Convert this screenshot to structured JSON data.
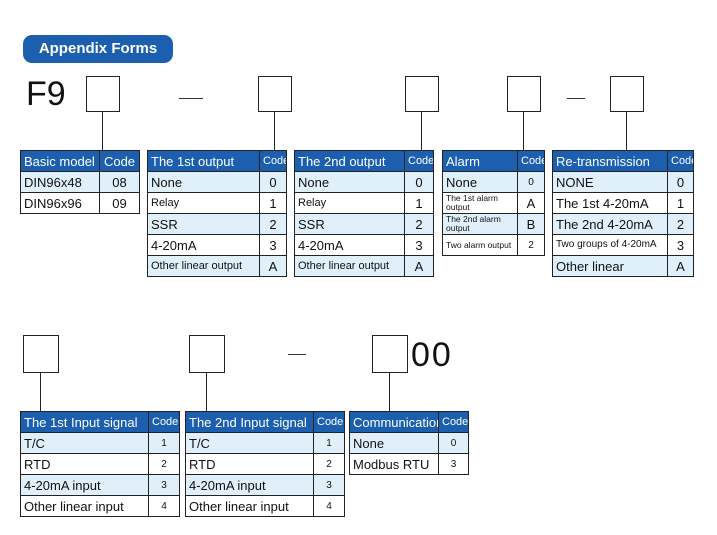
{
  "header": {
    "title": "Appendix Forms"
  },
  "code": {
    "prefix": "F9",
    "dash1": "—",
    "dash2": "—",
    "suffix": "00"
  },
  "basic": {
    "headers": [
      "Basic model",
      "Code"
    ],
    "rows": [
      [
        "DIN96x48",
        "08"
      ],
      [
        "DIN96x96",
        "09"
      ]
    ]
  },
  "output1": {
    "headers": [
      "The 1st output",
      "Code"
    ],
    "rows": [
      [
        "None",
        "0"
      ],
      [
        "Relay",
        "1"
      ],
      [
        "SSR",
        "2"
      ],
      [
        "4-20mA",
        "3"
      ],
      [
        "Other linear output",
        "A"
      ]
    ]
  },
  "output2": {
    "headers": [
      "The 2nd output",
      "Code"
    ],
    "rows": [
      [
        "None",
        "0"
      ],
      [
        "Relay",
        "1"
      ],
      [
        "SSR",
        "2"
      ],
      [
        "4-20mA",
        "3"
      ],
      [
        "Other linear output",
        "A"
      ]
    ]
  },
  "alarm": {
    "headers": [
      "Alarm",
      "Code"
    ],
    "rows": [
      [
        "None",
        "0"
      ],
      [
        "The 1st alarm output",
        "A"
      ],
      [
        "The 2nd alarm output",
        "B"
      ],
      [
        "Two alarm output",
        "2"
      ]
    ]
  },
  "retrans": {
    "headers": [
      "Re-transmission",
      "Code"
    ],
    "rows": [
      [
        "NONE",
        "0"
      ],
      [
        "The 1st 4-20mA",
        "1"
      ],
      [
        "The 2nd 4-20mA",
        "2"
      ],
      [
        "Two groups of 4-20mA",
        "3"
      ],
      [
        "Other linear",
        "A"
      ]
    ]
  },
  "input1": {
    "headers": [
      "The 1st Input signal",
      "Code"
    ],
    "rows": [
      [
        "T/C",
        "1"
      ],
      [
        "RTD",
        "2"
      ],
      [
        "4-20mA input",
        "3"
      ],
      [
        "Other linear input",
        "4"
      ]
    ]
  },
  "input2": {
    "headers": [
      "The 2nd Input signal",
      "Code"
    ],
    "rows": [
      [
        "T/C",
        "1"
      ],
      [
        "RTD",
        "2"
      ],
      [
        "4-20mA input",
        "3"
      ],
      [
        "Other linear input",
        "4"
      ]
    ]
  },
  "comm": {
    "headers": [
      "Communication",
      "Code"
    ],
    "rows": [
      [
        "None",
        "0"
      ],
      [
        "Modbus RTU",
        "3"
      ]
    ]
  }
}
